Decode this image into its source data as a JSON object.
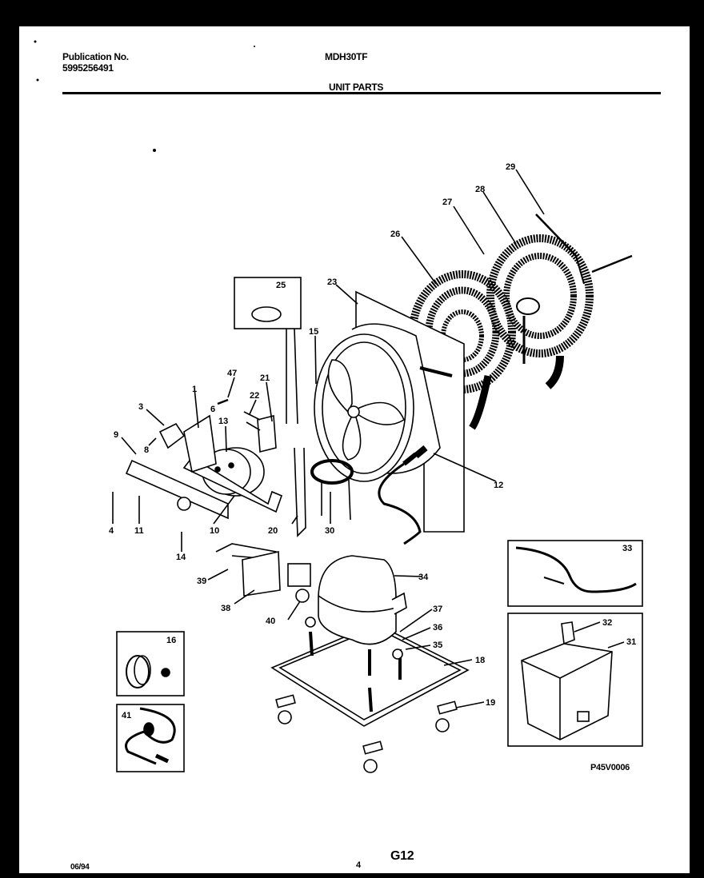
{
  "header": {
    "publication_label": "Publication No.",
    "publication_number": "5995256491",
    "model": "MDH30TF",
    "section_title": "UNIT PARTS"
  },
  "footer": {
    "date": "06/94",
    "page_number": "4",
    "page_code": "G12"
  },
  "diagram": {
    "figure_id": "P45V0006",
    "callouts": [
      {
        "id": "1",
        "label": "1"
      },
      {
        "id": "3",
        "label": "3"
      },
      {
        "id": "4",
        "label": "4"
      },
      {
        "id": "6",
        "label": "6"
      },
      {
        "id": "8",
        "label": "8"
      },
      {
        "id": "9",
        "label": "9"
      },
      {
        "id": "10",
        "label": "10"
      },
      {
        "id": "11",
        "label": "11"
      },
      {
        "id": "12",
        "label": "12"
      },
      {
        "id": "13",
        "label": "13"
      },
      {
        "id": "14",
        "label": "14"
      },
      {
        "id": "15",
        "label": "15"
      },
      {
        "id": "16",
        "label": "16"
      },
      {
        "id": "18",
        "label": "18"
      },
      {
        "id": "19",
        "label": "19"
      },
      {
        "id": "20",
        "label": "20"
      },
      {
        "id": "21",
        "label": "21"
      },
      {
        "id": "22",
        "label": "22"
      },
      {
        "id": "23",
        "label": "23"
      },
      {
        "id": "25",
        "label": "25"
      },
      {
        "id": "26",
        "label": "26"
      },
      {
        "id": "27",
        "label": "27"
      },
      {
        "id": "28",
        "label": "28"
      },
      {
        "id": "29",
        "label": "29"
      },
      {
        "id": "30",
        "label": "30"
      },
      {
        "id": "31",
        "label": "31"
      },
      {
        "id": "32",
        "label": "32"
      },
      {
        "id": "33",
        "label": "33"
      },
      {
        "id": "34",
        "label": "34"
      },
      {
        "id": "35",
        "label": "35"
      },
      {
        "id": "36",
        "label": "36"
      },
      {
        "id": "37",
        "label": "37"
      },
      {
        "id": "38",
        "label": "38"
      },
      {
        "id": "39",
        "label": "39"
      },
      {
        "id": "40",
        "label": "40"
      },
      {
        "id": "41",
        "label": "41"
      },
      {
        "id": "47",
        "label": "47"
      }
    ],
    "inset_boxes": [
      {
        "name": "float-switch-inset",
        "callout": "25"
      },
      {
        "name": "power-cord-harness-inset",
        "callout": "33"
      },
      {
        "name": "water-bucket-inset",
        "callouts": [
          "31",
          "32"
        ]
      },
      {
        "name": "hose-clamp-inset",
        "callout": "16"
      },
      {
        "name": "power-cord-inset",
        "callout": "41"
      }
    ]
  }
}
